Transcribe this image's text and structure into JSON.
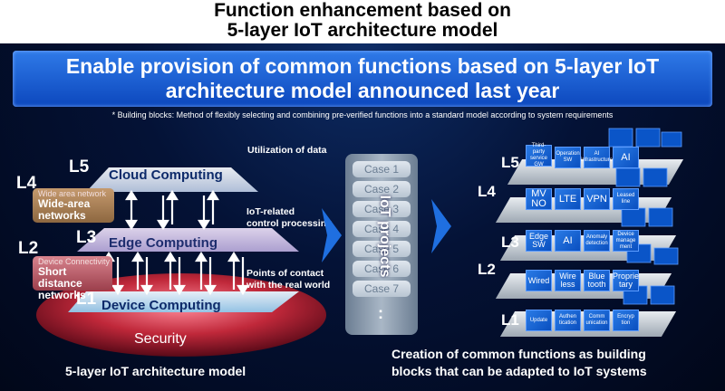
{
  "title": {
    "line1": "Function enhancement based on",
    "line2": "5-layer IoT architecture model"
  },
  "banner": {
    "line1": "Enable provision of common functions based on 5-layer IoT",
    "line2": "architecture model announced last year"
  },
  "note": "* Building blocks: Method of flexibly selecting and combining pre-verified functions into a standard model according to system requirements",
  "left_model": {
    "L5": {
      "tag": "L5",
      "label": "Cloud Computing"
    },
    "L4": {
      "tag": "L4",
      "small": "Wide area network",
      "large1": "Wide-area",
      "large2": "networks"
    },
    "L3": {
      "tag": "L3",
      "label": "Edge Computing"
    },
    "L2": {
      "tag": "L2",
      "small": "Device Connectivity",
      "large1": "Short distance",
      "large2": "networks"
    },
    "L1": {
      "tag": "L1",
      "label": "Device Computing"
    },
    "security": "Security",
    "annotations": {
      "a1": "Utilization of data",
      "a2_1": "IoT-related",
      "a2_2": "control processing",
      "a3_1": "Points of contact",
      "a3_2": "with the real world"
    },
    "caption": "5-layer IoT architecture model"
  },
  "cases": [
    "Case 1",
    "Case 2",
    "Case 3",
    "Case 4",
    "Case 5",
    "Case 6",
    "Case 7"
  ],
  "cases_ellipsis": ":",
  "iot_projects": "IoT projects",
  "building_blocks": {
    "L5": {
      "tag": "L5",
      "tiles": [
        "Third-party service GW",
        "Operation SW",
        "AI infrastructure",
        "AI"
      ]
    },
    "L4": {
      "tag": "L4",
      "tiles": [
        "MV NO",
        "LTE",
        "VPN",
        "Leased line"
      ]
    },
    "L3": {
      "tag": "L3",
      "tiles": [
        "Edge SW",
        "AI",
        "Anomaly detection",
        "Device manage ment"
      ]
    },
    "L2": {
      "tag": "L2",
      "tiles": [
        "Wired",
        "Wire less",
        "Blue tooth",
        "Proprie tary"
      ]
    },
    "L1": {
      "tag": "L1",
      "tiles": [
        "Update",
        "Authen tication",
        "Comm unication",
        "Encryp tion"
      ]
    },
    "caption_line1": "Creation of common functions as building",
    "caption_line2": "blocks that can be adapted to IoT systems"
  },
  "colors": {
    "accent": "#0c47bd",
    "background": "#02081e",
    "security": "#c0283a"
  }
}
